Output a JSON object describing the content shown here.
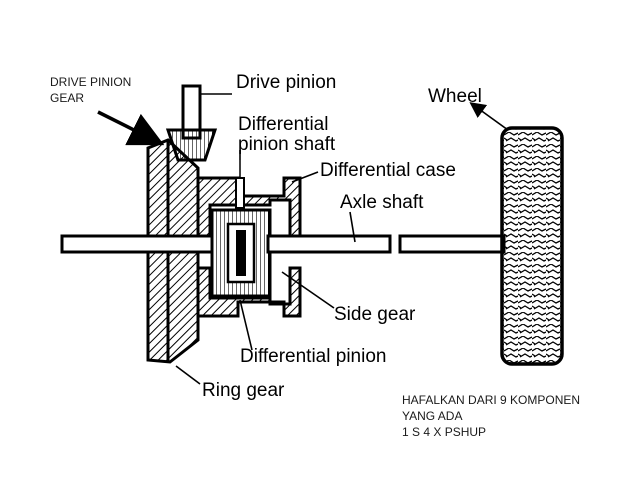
{
  "annotation_top": {
    "line1": "DRIVE PINION",
    "line2": "GEAR"
  },
  "labels": {
    "drive_pinion": "Drive pinion",
    "diff_pinion_shaft_1": "Differential",
    "diff_pinion_shaft_2": "pinion shaft",
    "differential_case": "Differential case",
    "axle_shaft": "Axle shaft",
    "wheel": "Wheel",
    "side_gear": "Side gear",
    "differential_pinion": "Differential pinion",
    "ring_gear": "Ring gear"
  },
  "annotation_bottom": {
    "line1": "HAFALKAN DARI 9 KOMPONEN",
    "line2": "YANG ADA",
    "line3": "1 S 4 X PSHUP"
  },
  "colors": {
    "ink": "#000000",
    "background": "#ffffff",
    "note_text": "#1a1a1a"
  }
}
